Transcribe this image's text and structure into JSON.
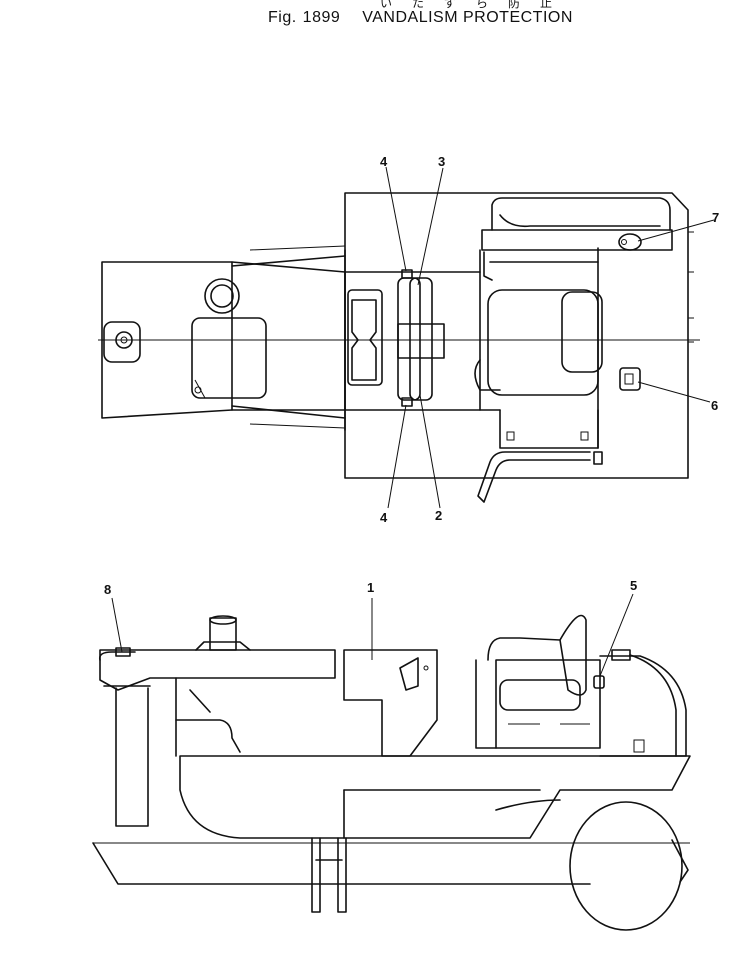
{
  "title": {
    "japanese": "いたずら防止",
    "fig_label": "Fig.",
    "fig_number": "1899",
    "name": "VANDALISM PROTECTION"
  },
  "callouts": {
    "c1": "1",
    "c2": "2",
    "c3": "3",
    "c4a": "4",
    "c4b": "4",
    "c5": "5",
    "c6": "6",
    "c7": "7",
    "c8": "8"
  }
}
